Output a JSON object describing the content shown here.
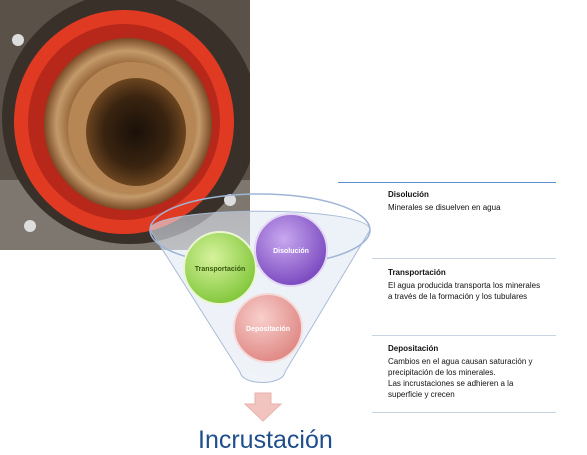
{
  "diagram": {
    "title": "Incrustación",
    "circles": [
      {
        "label": "Transportación",
        "color": "#90d44a"
      },
      {
        "label": "Disolución",
        "color": "#8c5bcc"
      },
      {
        "label": "Depositación",
        "color": "#e59a96"
      }
    ],
    "panels": [
      {
        "title": "Disolución",
        "lines": [
          "Minerales se disuelven en agua"
        ]
      },
      {
        "title": "Transportación",
        "lines": [
          "El agua producida transporta los minerales",
          "a través de la formación y los tubulares"
        ]
      },
      {
        "title": "Depositación",
        "lines": [
          "Cambios en el agua causan  saturación y",
          "precipitación de los minerales.",
          "Las incrustaciones se adhieren a la",
          "superficie y crecen"
        ]
      }
    ],
    "colors": {
      "title": "#1f4e8c",
      "rule_accent": "#5b8fcf",
      "rule": "#c8d3e3",
      "arrow": "#f2c4c0"
    }
  }
}
